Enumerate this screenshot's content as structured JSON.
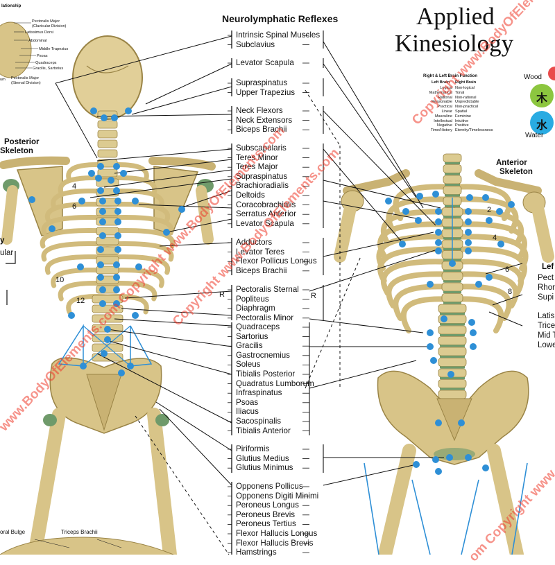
{
  "title": [
    "Applied",
    "Kinesiology"
  ],
  "reflexes_title": "Neurolymphatic Reflexes",
  "labels": [
    [
      "Intrinsic Spinal Muscles",
      "Subclavius"
    ],
    [
      "Levator Scapula"
    ],
    [
      "Supraspinatus",
      "Upper Trapezius"
    ],
    [
      "Neck Flexors",
      "Neck Extensors",
      "Biceps Brachii"
    ],
    [
      "Subscapularis",
      "Teres Minor",
      "Teres Major",
      "Supraspinatus",
      "Brachioradialis",
      "Deltoids",
      "Coracobrachialis",
      "Serratus Anterior",
      "Levator Scapula"
    ],
    [
      "Adductors",
      "Levator Teres",
      "Flexor Pollicus Longus",
      "Biceps Brachii"
    ],
    [
      "Pectoralis Sternal",
      "Popliteus",
      "Diaphragm",
      "Pectoralis Minor"
    ],
    [
      "Quadraceps",
      "Sartorius",
      "Gracilis",
      "Gastrocnemius",
      "Soleus",
      "Tibialis Posterior",
      "Quadratus Lumborum",
      "Infraspinatus",
      "Psoas",
      "Iliacus",
      "Sacospinalis",
      "Tibialis Anterior"
    ],
    [
      "Piriformis",
      "Glutius Medius",
      "Glutius Minimus"
    ],
    [
      "Opponens Pollicus",
      "Opponens Digiti Minimi",
      "Peroneus Longus",
      "Peroneus Brevis",
      "Peroneus Tertius",
      "Flexor Hallucis Longus",
      "Flexor Hallucis Brevis",
      "Hamstrings"
    ]
  ],
  "side_marks": {
    "left": "R",
    "right": "R"
  },
  "posterior": {
    "title": [
      "Posterior",
      "Skeleton"
    ],
    "rib_numbers": [
      "4",
      "6",
      "10",
      "12"
    ],
    "cut_labels": [
      "y",
      "ular"
    ]
  },
  "anterior": {
    "title": [
      "Anterior",
      "Skeleton"
    ],
    "rib_numbers": [
      "2",
      "4",
      "6",
      "8"
    ],
    "cut_labels": [
      "Lef",
      "Pect",
      "Rhor",
      "Supi",
      "Latis",
      "Trice",
      "Mid T",
      "Lowe"
    ]
  },
  "inset_top_left": {
    "heading": "lationship",
    "labels": [
      "Pectoralis Major",
      "(Clavicular Division)",
      "Latissimus Dorsi",
      "Abdominal",
      "Middle Trapezius",
      "Psoas",
      "Quadraceps",
      "Gracilis, Sartorius",
      "Pectoralis Major",
      "(Sternal Division)",
      "um"
    ]
  },
  "brain_table": {
    "title": "Right & Left Brain Function",
    "headers": [
      "Left Brain",
      "Right Brain"
    ],
    "rows": [
      [
        "Logical",
        "Non-logical"
      ],
      [
        "Mathematical",
        "Tonal"
      ],
      [
        "Rational",
        "Non-rational"
      ],
      [
        "Reasonable",
        "Unpredictable"
      ],
      [
        "Practical",
        "Non-practical"
      ],
      [
        "Linear",
        "Spatial"
      ],
      [
        "Masculine",
        "Feminine"
      ],
      [
        "Intellectual",
        "Intuitive"
      ],
      [
        "Negative",
        "Positive"
      ],
      [
        "Time/History",
        "Eternity/Timelessness"
      ]
    ]
  },
  "elements": [
    {
      "name": "Wood",
      "glyph": "木",
      "color": "#8cc63f"
    },
    {
      "name": "Water",
      "glyph": "水",
      "color": "#29abe2"
    }
  ],
  "bottom_left": {
    "labels": [
      "oral Bulge",
      "Triceps Brachii"
    ]
  },
  "watermarks": [
    "www.BodyOfElements.com Copyright www.BodyOfElements.com",
    "Copyright www.BodyOfElements.com",
    "Copyright www.BodyOfElements.com",
    "om Copyright www."
  ],
  "colors": {
    "bone": "#d8c488",
    "bone_dark": "#b49b55",
    "reflex_point": "#2e8fd6",
    "watermark": "#ef3b2c",
    "cartilage": "#6f9a6a"
  }
}
